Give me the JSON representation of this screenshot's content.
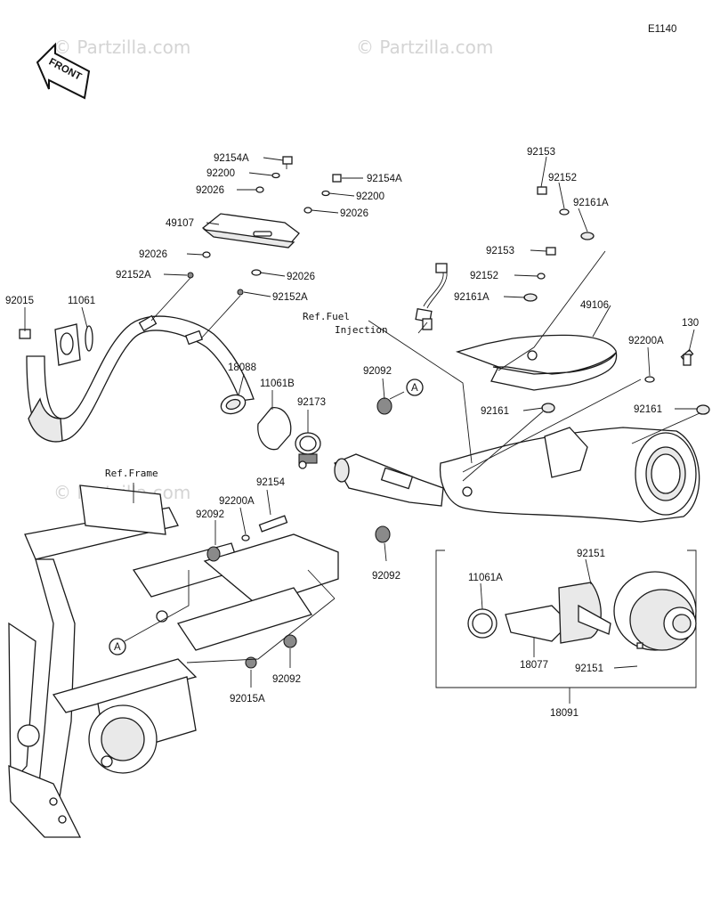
{
  "diagram_id": "E1140",
  "front_label": "FRONT",
  "watermark": "© Partzilla.com",
  "refs": {
    "fuel_injection": [
      "Ref.Fuel",
      "Injection"
    ],
    "frame": "Ref.Frame"
  },
  "callout_letter": "A",
  "part_labels": {
    "p92154A_1": "92154A",
    "p92200_1": "92200",
    "p92026_1": "92026",
    "p92154A_2": "92154A",
    "p92200_2": "92200",
    "p92026_2": "92026",
    "p49107": "49107",
    "p92026_3": "92026",
    "p92026_4": "92026",
    "p92152A_1": "92152A",
    "p92152A_2": "92152A",
    "p92015": "92015",
    "p11061": "11061",
    "p18088": "18088",
    "p11061B": "11061B",
    "p92173": "92173",
    "p92092_1": "92092",
    "p92154": "92154",
    "p92200A_1": "92200A",
    "p92092_2": "92092",
    "p92092_3": "92092",
    "p92092_4": "92092",
    "p92015A": "92015A",
    "p92153_1": "92153",
    "p92152_1": "92152",
    "p92161A_1": "92161A",
    "p92153_2": "92153",
    "p92152_2": "92152",
    "p92161A_2": "92161A",
    "p49106": "49106",
    "p130": "130",
    "p92200A_2": "92200A",
    "p92161_1": "92161",
    "p92161_2": "92161",
    "p92151_1": "92151",
    "p11061A": "11061A",
    "p18077": "18077",
    "p92151_2": "92151",
    "p18091": "18091"
  }
}
